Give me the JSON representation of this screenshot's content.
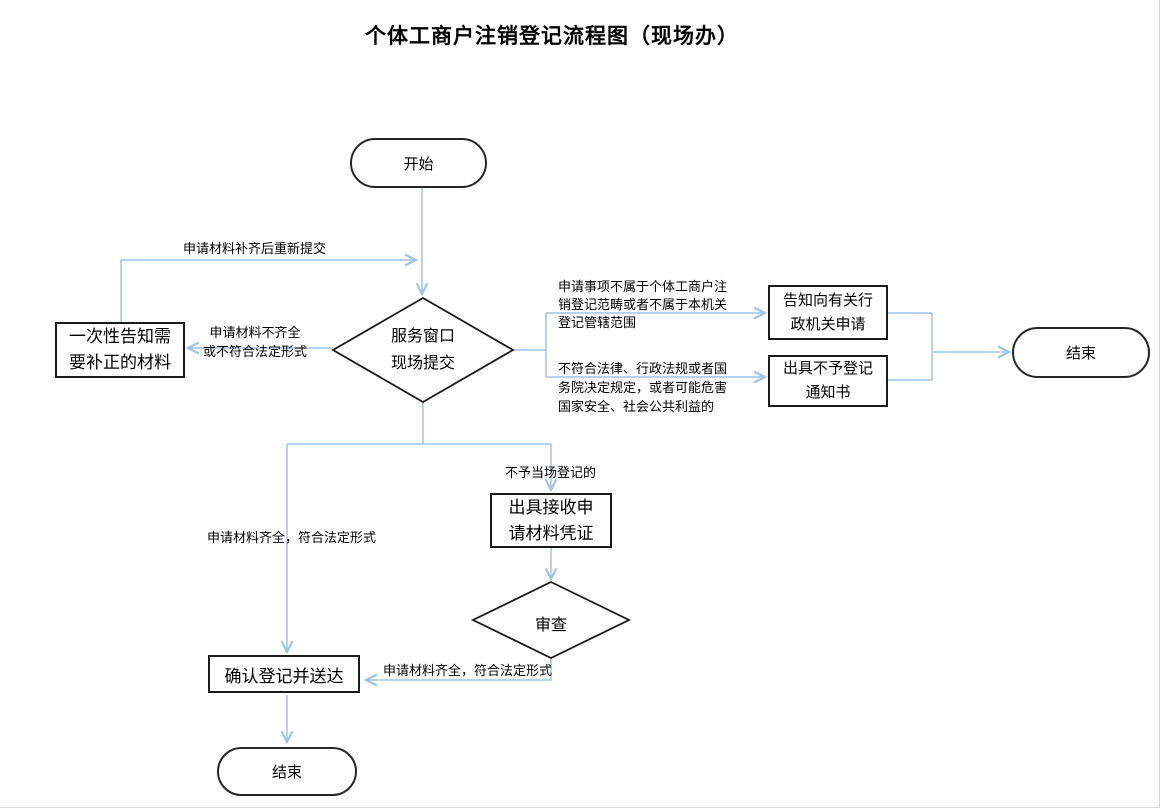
{
  "title": "个体工商户注销登记流程图（现场办）",
  "nodes": {
    "start": "开始",
    "window": "服务窗口\n现场提交",
    "notify_correction": "一次性告知需\n要补正的材料",
    "notify_authority": "告知向有关行\n政机关申请",
    "reject_notice": "出具不予登记\n通知书",
    "end_right": "结束",
    "receipt": "出具接收申\n请材料凭证",
    "review": "审查",
    "confirm": "确认登记并送达",
    "end_bottom": "结束"
  },
  "edge_labels": {
    "resubmit": "申请材料补齐后重新提交",
    "incomplete": "申请材料不齐全\n或不符合法定形式",
    "out_of_scope": "申请事项不属于个体工商户注\n销登记范畴或者不属于本机关\n登记管辖范围",
    "illegal": "不符合法律、行政法规或者国\n务院决定规定，或者可能危害\n国家安全、社会公共利益的",
    "not_onsite": "不予当场登记的",
    "complete_left": "申请材料齐全，符合法定形式",
    "complete_review": "申请材料齐全，符合法定形式"
  },
  "colors": {
    "connector": "#9dc3e6",
    "shape_border": "#1a1a1a",
    "text": "#000000"
  }
}
